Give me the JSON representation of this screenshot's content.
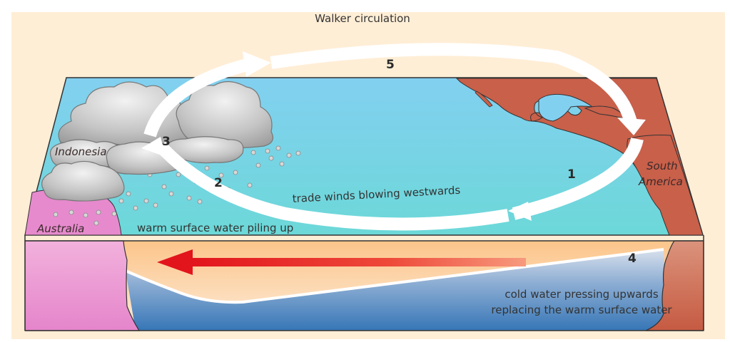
{
  "diagram": {
    "title": "Walker circulation",
    "labels": {
      "indonesia": "Indonesia",
      "australia": "Australia",
      "south_america_line1": "South",
      "south_america_line2": "America",
      "trade_winds": "trade winds blowing westwards",
      "warm_water": "warm surface water piling up",
      "cold_water_line1": "cold water pressing upwards",
      "cold_water_line2": "replacing the warm surface water"
    },
    "step_numbers": {
      "step1": "1",
      "step2": "2",
      "step3": "3",
      "step4": "4",
      "step5": "5"
    },
    "colors": {
      "background_panel": "#FFEED6",
      "ocean_surface": "#7FD0EC",
      "ocean_surface_near": "#6DD6DC",
      "land_americas": "#C9604A",
      "land_australia": "#E68ACD",
      "warm_layer": "#FCC98C",
      "cold_water_top": "#C8D6E8",
      "cold_water_bottom": "#3F7EB8",
      "warm_current_arrow": "#E5191F",
      "circulation_arrow": "#FFFFFF",
      "cloud": "#BDBDBD"
    }
  }
}
